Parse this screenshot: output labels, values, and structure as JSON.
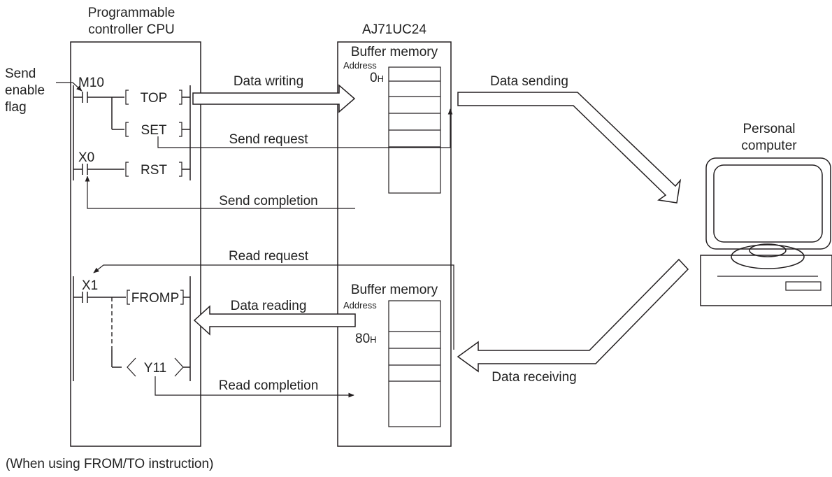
{
  "plc": {
    "title_line1": "Programmable",
    "title_line2": "controller CPU"
  },
  "module": {
    "title": "AJ71UC24"
  },
  "buffer_top": {
    "title": "Buffer memory",
    "address_label": "Address",
    "address_value": "0",
    "address_suffix": "H"
  },
  "buffer_bottom": {
    "title": "Buffer memory",
    "address_label": "Address",
    "address_value": "80",
    "address_suffix": "H"
  },
  "ladder": {
    "contact_m10": "M10",
    "instr_top": "TOP",
    "instr_set": "SET",
    "contact_x0": "X0",
    "instr_rst": "RST",
    "contact_x1": "X1",
    "instr_fromp": "FROMP",
    "coil_y11": "Y11"
  },
  "labels": {
    "send_enable_1": "Send",
    "send_enable_2": "enable",
    "send_enable_3": "flag",
    "data_writing": "Data writing",
    "send_request": "Send request",
    "send_completion": "Send completion",
    "read_request": "Read request",
    "data_reading": "Data reading",
    "read_completion": "Read completion",
    "data_sending": "Data sending",
    "data_receiving": "Data receiving",
    "pc_1": "Personal",
    "pc_2": "computer"
  },
  "caption": "(When using FROM/TO instruction)"
}
